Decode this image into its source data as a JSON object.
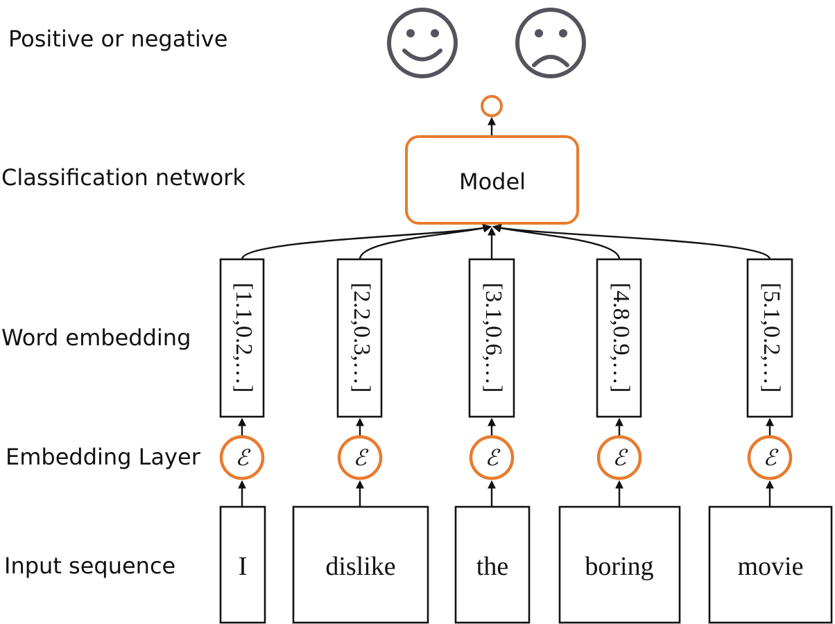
{
  "labels": {
    "positive_or_negative": "Positive or negative",
    "classification_network": "Classification network",
    "word_embedding": "Word embedding",
    "embedding_layer": "Embedding Layer",
    "input_sequence": "Input sequence"
  },
  "model": {
    "label": "Model"
  },
  "embedding_symbol": "ℰ",
  "tokens": [
    {
      "word": "I",
      "embedding": "[1.1,0.2,…]"
    },
    {
      "word": "dislike",
      "embedding": "[2.2,0.3,…]"
    },
    {
      "word": "the",
      "embedding": "[3.1,0.6,…]"
    },
    {
      "word": "boring",
      "embedding": "[4.8,0.9,…]"
    },
    {
      "word": "movie",
      "embedding": "[5.1,0.2,…]"
    }
  ],
  "colors": {
    "orange": "#e87b2e",
    "face": "#55545d",
    "line": "#111111"
  },
  "icons": [
    "smiley-face-icon",
    "sad-face-icon"
  ]
}
